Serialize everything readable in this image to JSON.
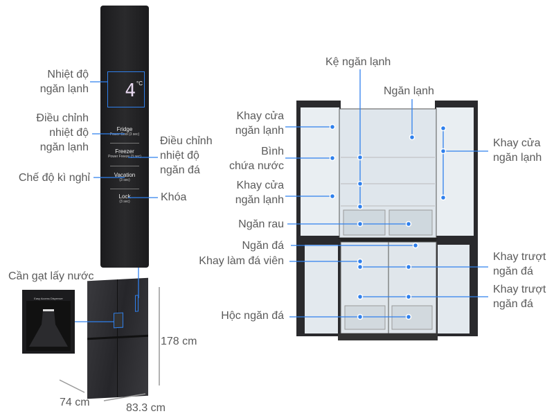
{
  "control_panel": {
    "temperature": "4",
    "unit": "°C",
    "buttons": [
      {
        "label": "Fridge",
        "sub": "Power Cool (3 sec)"
      },
      {
        "label": "Freezer",
        "sub": "Power Freeze (3 sec)"
      },
      {
        "label": "Vacation",
        "sub": "(3 sec)"
      },
      {
        "label": "Lock",
        "sub": "(3 sec)"
      }
    ]
  },
  "left_labels": {
    "fridge_temp": "Nhiệt độ\nngăn lạnh",
    "adjust_fridge": "Điều chỉnh\nnhiệt độ\nngăn lạnh",
    "adjust_freezer": "Điều chỉnh\nnhiệt độ\nngăn đá",
    "vacation": "Chế độ kì nghỉ",
    "lock": "Khóa",
    "water_lever": "Cần gạt lấy nước",
    "dispenser_text": "Easy Access Dispenser"
  },
  "dimensions": {
    "height": "178 cm",
    "depth": "74 cm",
    "width": "83.3 cm"
  },
  "right_labels": {
    "shelf": "Kệ ngăn lạnh",
    "fridge": "Ngăn lạnh",
    "door_tray_1": "Khay cửa\nngăn lạnh",
    "water_tank": "Bình\nchứa nước",
    "door_tray_2": "Khay cửa\nngăn lạnh",
    "crisper": "Ngăn rau",
    "freezer": "Ngăn đá",
    "ice_tray": "Khay làm đá viên",
    "door_tray_right": "Khay cửa\nngăn lạnh",
    "slide_tray_1": "Khay trượt\nngăn đá",
    "slide_tray_2": "Khay trượt\nngăn đá",
    "freezer_drawer": "Hộc ngăn đá"
  },
  "colors": {
    "callout": "#2f80ed",
    "text": "#5a5a5a"
  }
}
